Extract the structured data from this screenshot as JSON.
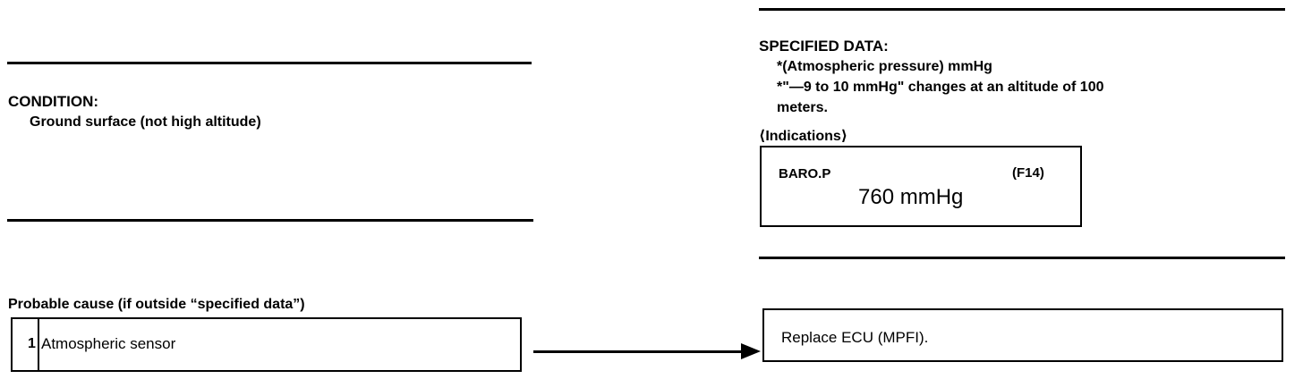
{
  "condition": {
    "heading": "CONDITION:",
    "lines": [
      "Ground surface (not high altitude)"
    ]
  },
  "specified_data": {
    "heading": "SPECIFIED DATA:",
    "lines": [
      "*(Atmospheric pressure) mmHg",
      "*\"—9 to 10 mmHg\" changes at an altitude of 100",
      "meters."
    ],
    "indications_label": "⟨Indications⟩",
    "display": {
      "label": "BARO.P",
      "code": "(F14)",
      "value": "760 mmHg"
    }
  },
  "probable_cause": {
    "heading": "Probable cause (if outside “specified data”)",
    "items": [
      {
        "number": "1",
        "text": "Atmospheric sensor"
      }
    ]
  },
  "action": {
    "text": "Replace ECU (MPFI)."
  }
}
